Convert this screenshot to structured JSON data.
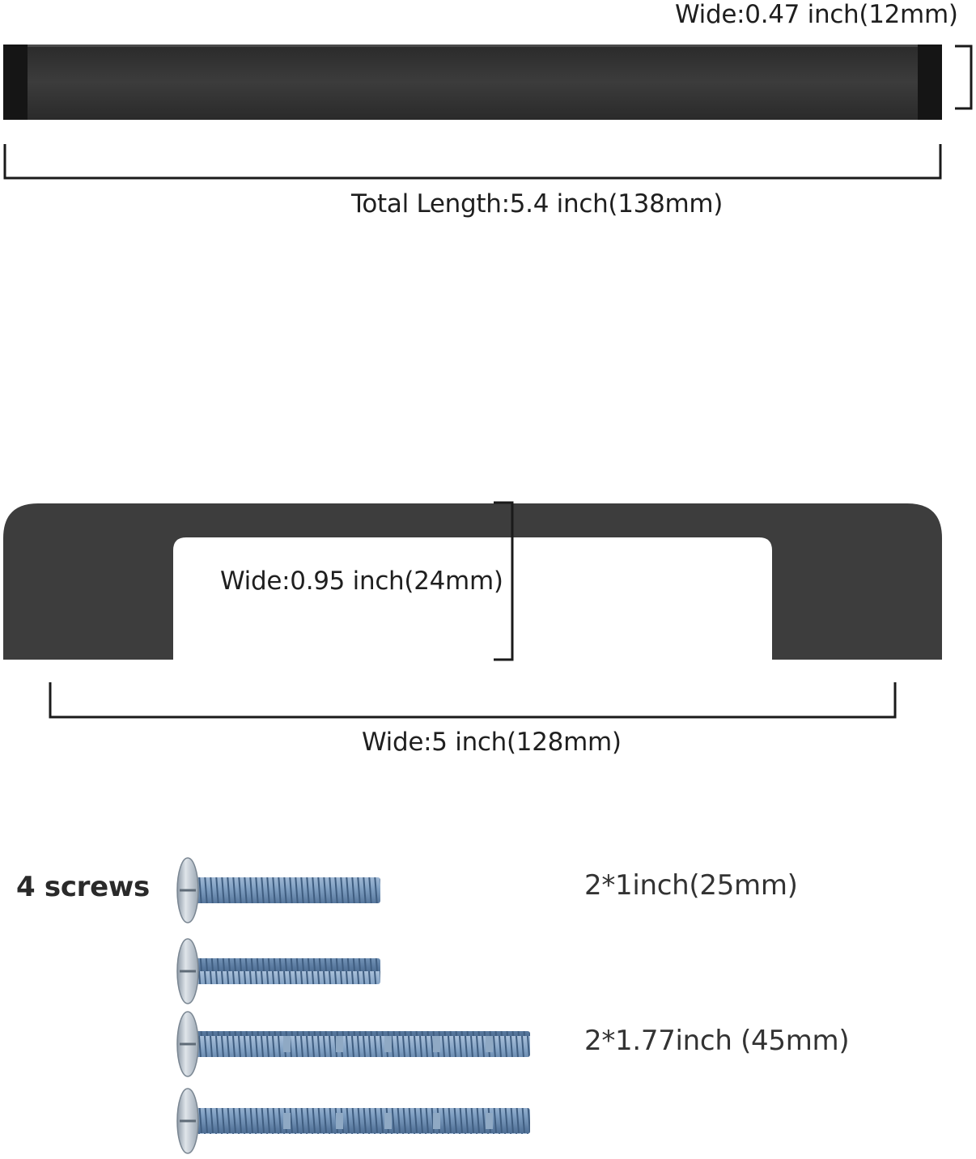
{
  "colors": {
    "handle": "#3a3a3a",
    "handle_dark": "#111111",
    "dimension_line": "#1a1a1a",
    "screw_head": "#b9c3cc",
    "screw_thread": "#7f9fc2",
    "screw_thread_dark": "#4e6e94"
  },
  "top_view": {
    "width_label": "Wide:0.47 inch(12mm)",
    "length_label": "Total Length:5.4 inch(138mm)"
  },
  "side_view": {
    "gap_label": "Wide:0.95 inch(24mm)",
    "center_label": "Wide:5 inch(128mm)"
  },
  "screws": {
    "count_label": "4 screws",
    "short_label": "2*1inch(25mm)",
    "long_label": "2*1.77inch (45mm)"
  }
}
